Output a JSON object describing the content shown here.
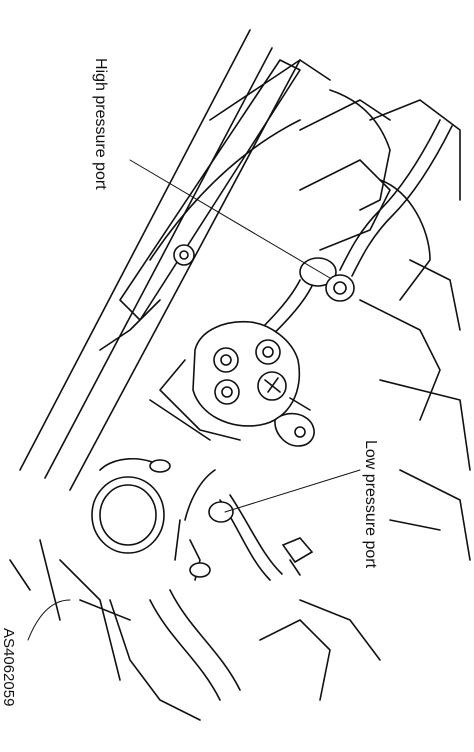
{
  "callouts": {
    "high_pressure_port": "High pressure port",
    "low_pressure_port": "Low pressure port"
  },
  "figure_code": "AS4062059",
  "colors": {
    "ink": "#111111",
    "paper": "#ffffff"
  }
}
